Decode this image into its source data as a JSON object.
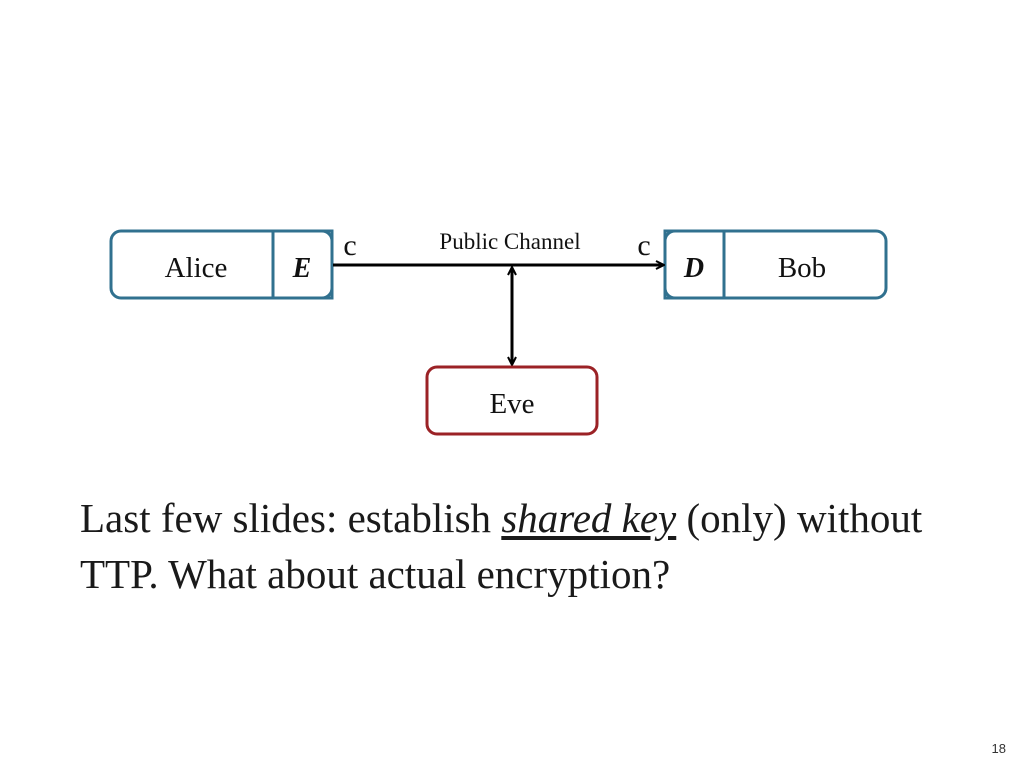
{
  "diagram": {
    "alice": {
      "name": "Alice",
      "op": "E"
    },
    "bob": {
      "name": "Bob",
      "op": "D"
    },
    "eve": {
      "name": "Eve"
    },
    "channel_label": "Public Channel",
    "ciphertext_left": "c",
    "ciphertext_right": "c",
    "colors": {
      "party_border": "#31718f",
      "eve_border": "#9b2226",
      "arrow": "#000000"
    }
  },
  "caption": {
    "part1": "Last few slides: establish ",
    "emphasis": "shared key",
    "part2": " (only) without TTP. What about actual encryption?"
  },
  "slide_number": "18"
}
